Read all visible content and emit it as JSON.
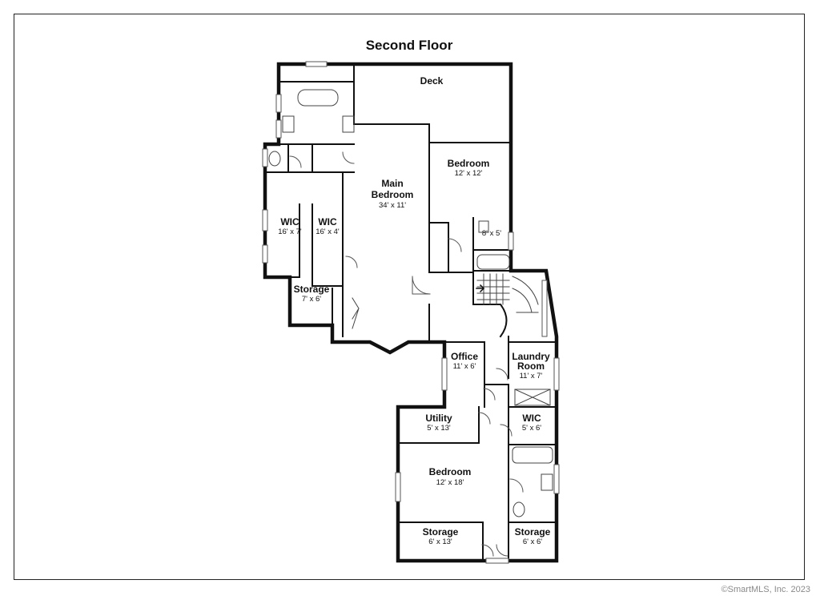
{
  "title": "Second Floor",
  "copyright": "©SmartMLS, Inc.  2023",
  "rooms": {
    "deck": {
      "name": "Deck"
    },
    "bedroom_ne": {
      "name": "Bedroom",
      "dim": "12' x 12'"
    },
    "main_bedroom": {
      "name_line1": "Main",
      "name_line2": "Bedroom",
      "dim": "34' x 11'"
    },
    "wic_1": {
      "name": "WIC",
      "dim": "16' x 7'"
    },
    "wic_2": {
      "name": "WIC",
      "dim": "16' x 4'"
    },
    "storage_w": {
      "name": "Storage",
      "dim": "7' x 6'"
    },
    "bath_ne": {
      "dim": "8' x 5'"
    },
    "office": {
      "name": "Office",
      "dim": "11' x 6'"
    },
    "laundry": {
      "name_line1": "Laundry",
      "name_line2": "Room",
      "dim": "11' x 7'"
    },
    "utility": {
      "name": "Utility",
      "dim": "5' x 13'"
    },
    "wic_3": {
      "name": "WIC",
      "dim": "5' x 6'"
    },
    "bedroom_s": {
      "name": "Bedroom",
      "dim": "12' x 18'"
    },
    "storage_sw": {
      "name": "Storage",
      "dim": "6' x 13'"
    },
    "storage_se": {
      "name": "Storage",
      "dim": "6' x 6'"
    }
  }
}
